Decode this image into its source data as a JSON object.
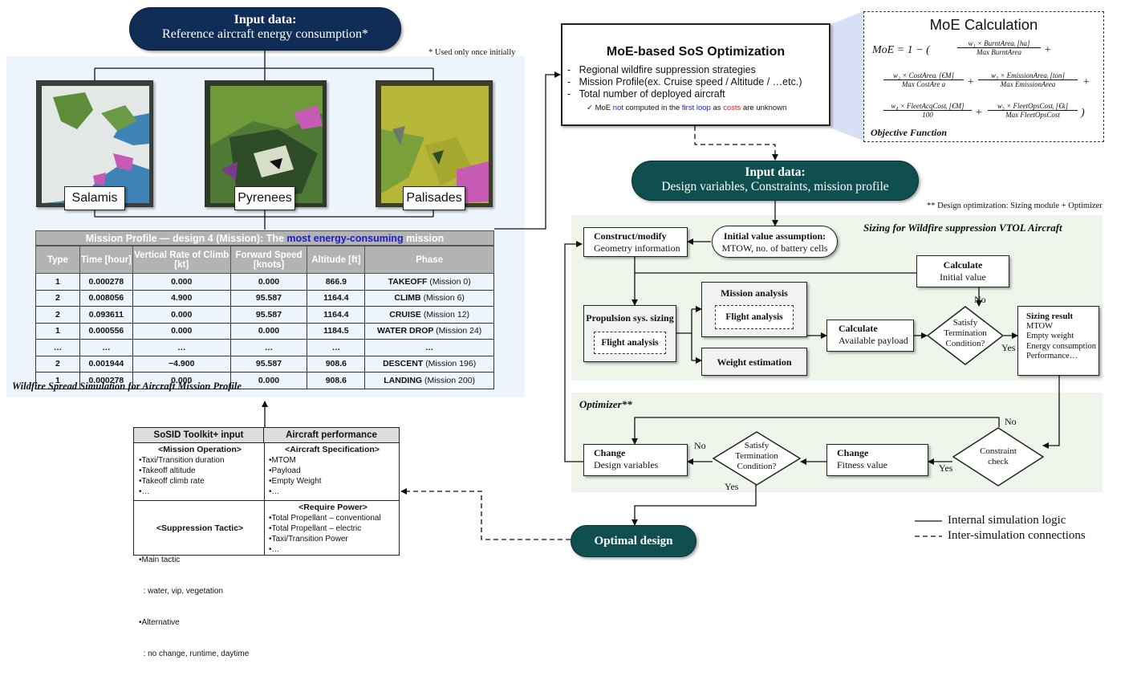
{
  "input_top": {
    "title": "Input data:",
    "subtitle": "Reference aircraft energy consumption*"
  },
  "used_note": "* Used only once initially",
  "maps": [
    "Salamis",
    "Pyrenees",
    "Palisades"
  ],
  "mission_table": {
    "title_pre": "Mission Profile — design 4 (Mission): The ",
    "title_hl": "most energy-consuming",
    "title_post": " mission",
    "headers": [
      "Type",
      "Time [hour]",
      "Vertical Rate of Climb [kt]",
      "Forward Speed [knots]",
      "Altitude [ft]",
      "Phase"
    ],
    "rows": [
      {
        "type": "1",
        "time": "0.000278",
        "vrc": "0.000",
        "fs": "0.000",
        "alt": "866.9",
        "phase": "TAKEOFF",
        "mission": "(Mission 0)"
      },
      {
        "type": "2",
        "time": "0.008056",
        "vrc": "4.900",
        "fs": "95.587",
        "alt": "1164.4",
        "phase": "CLIMB",
        "mission": "(Mission 6)"
      },
      {
        "type": "2",
        "time": "0.093611",
        "vrc": "0.000",
        "fs": "95.587",
        "alt": "1164.4",
        "phase": "CRUISE",
        "mission": "(Mission 12)"
      },
      {
        "type": "1",
        "time": "0.000556",
        "vrc": "0.000",
        "fs": "0.000",
        "alt": "1184.5",
        "phase": "WATER DROP",
        "mission": "(Mission 24)"
      },
      {
        "type": "…",
        "time": "…",
        "vrc": "…",
        "fs": "…",
        "alt": "…",
        "phase": "…",
        "mission": ""
      },
      {
        "type": "2",
        "time": "0.001944",
        "vrc": "−4.900",
        "fs": "95.587",
        "alt": "908.6",
        "phase": "DESCENT",
        "mission": "(Mission 196)"
      },
      {
        "type": "1",
        "time": "0.000278",
        "vrc": "0.000",
        "fs": "0.000",
        "alt": "908.6",
        "phase": "LANDING",
        "mission": "(Mission 200)"
      }
    ]
  },
  "wildfire_caption": "Wildfire Spread Simulation for Aircraft Mission Profile",
  "toolkit": {
    "left_header": "SoSID Toolkit+ input",
    "right_header": "Aircraft performance",
    "mission_operation": {
      "title": "<Mission Operation>",
      "items": [
        "•Taxi/Transition duration",
        "•Takeoff altitude",
        "•Takeoff climb rate",
        "•…"
      ]
    },
    "aircraft_spec": {
      "title": "<Aircraft Specification>",
      "items": [
        "•MTOM",
        "•Payload",
        "•Empty Weight",
        "•…"
      ]
    },
    "suppression": {
      "title": "<Suppression Tactic>",
      "items": [
        "•Main tactic",
        "  : water, vip, vegetation",
        "•Alternative",
        "  : no change, runtime, daytime"
      ]
    },
    "require_power": {
      "title": "<Require Power>",
      "items": [
        "•Total Propellant – conventional",
        "•Total Propellant – electric",
        "•Taxi/Transition Power",
        "•…"
      ]
    }
  },
  "sos": {
    "title": "MoE-based SoS Optimization",
    "items": [
      "Regional wildfire suppression strategies",
      "Mission Profile(ex. Cruise speed / Altitude / …etc.)",
      "Total number of deployed aircraft"
    ],
    "note": {
      "pre": "MoE ",
      "not": "not",
      "mid": " computed in the ",
      "first": "first loop",
      "mid2": " as ",
      "costs": "costs",
      "post": " are unknown"
    }
  },
  "moe": {
    "title": "MoE Calculation",
    "lhs": "MoE = 1 − (",
    "t1_num": "w₁ × BurntAreaᵢ [ha]",
    "t1_den": "Max BurntArea",
    "t2_num": "w₂ × CostAreaᵢ [€M]",
    "t2_den": "Max CostAre a",
    "t3_num": "w₃ × EmissionAreaᵢ [ton]",
    "t3_den": "Max EmissionArea",
    "t4_num": "w₄ × FleetAcqCostᵢ [€M]",
    "t4_den": "100",
    "t5_num": "w₅ × FleetOpsCostᵢ [€k]",
    "t5_den": "Max FleetOpsCost",
    "caption": "Objective Function"
  },
  "input_mid": {
    "title": "Input data:",
    "subtitle": "Design variables, Constraints, mission profile"
  },
  "design_note": "** Design optimization: Sizing module + Optimizer",
  "sizing_title": "Sizing for Wildfire suppression VTOL Aircraft",
  "construct": {
    "title": "Construct/modify",
    "sub": "Geometry information"
  },
  "initial_assumption": {
    "title": "Initial value assumption:",
    "sub": "MTOW, no. of battery cells"
  },
  "calc_initial": {
    "title": "Calculate",
    "sub": "Initial value"
  },
  "propulsion": {
    "title": "Propulsion sys. sizing",
    "inner": "Flight analysis"
  },
  "mission_analysis": {
    "title": "Mission analysis",
    "inner": "Flight analysis"
  },
  "weight_est": "Weight estimation",
  "calc_payload": {
    "title": "Calculate",
    "sub": "Available payload"
  },
  "satisfy1": [
    "Satisfy",
    "Termination",
    "Condition?"
  ],
  "no1": "No",
  "yes1": "Yes",
  "sizing_result": {
    "title": "Sizing result",
    "items": [
      "MTOW",
      "Empty weight",
      "Energy consumption",
      "Performance…"
    ]
  },
  "optimizer_title": "Optimizer**",
  "change_dv": {
    "title": "Change",
    "sub": "Design variables"
  },
  "satisfy2": [
    "Satisfy",
    "Termination",
    "Condition?"
  ],
  "change_fv": {
    "title": "Change",
    "sub": "Fitness value"
  },
  "constraint": [
    "Constraint",
    "check"
  ],
  "no2": "No",
  "no3": "No",
  "yes2": "Yes",
  "yes3": "Yes",
  "optimal": "Optimal design",
  "legend": {
    "solid": "Internal simulation logic",
    "dashed": "Inter-simulation connections"
  },
  "colors": {
    "navy": "#0f2d57",
    "teal": "#0f4f4f",
    "lightblue": "#eef4fb",
    "lightgreen": "#eef6ec",
    "table_header": "#b3b3b3",
    "highlight_blue": "#1a1acc",
    "red": "#d02020"
  }
}
